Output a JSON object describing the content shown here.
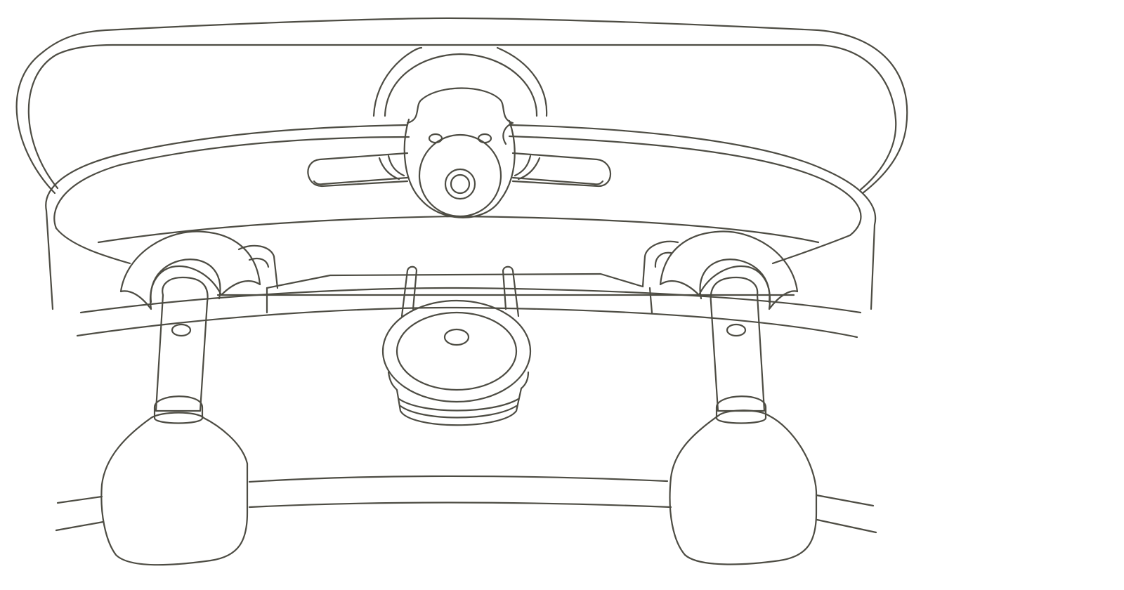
{
  "colors": {
    "stroke": "#4d4c43",
    "background": "#ffffff",
    "fill": "#ffffff"
  },
  "illustration": {
    "style": "line-drawing",
    "parts": [
      "headband",
      "crown-strap",
      "rear-dial",
      "adjuster-slot",
      "center-pad",
      "left-arm",
      "right-arm",
      "left-earpiece",
      "right-earpiece",
      "lower-band"
    ]
  }
}
